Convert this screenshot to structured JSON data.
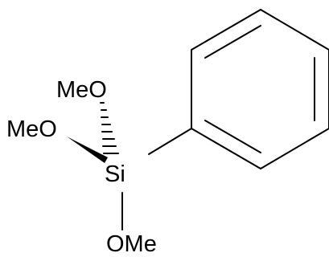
{
  "molecule": {
    "atoms": {
      "si": "Si",
      "ome_top": "MeO",
      "ome_left": "MeO",
      "ome_bottom": "OMe"
    },
    "bond_color": "#000000",
    "background": "#ffffff"
  }
}
